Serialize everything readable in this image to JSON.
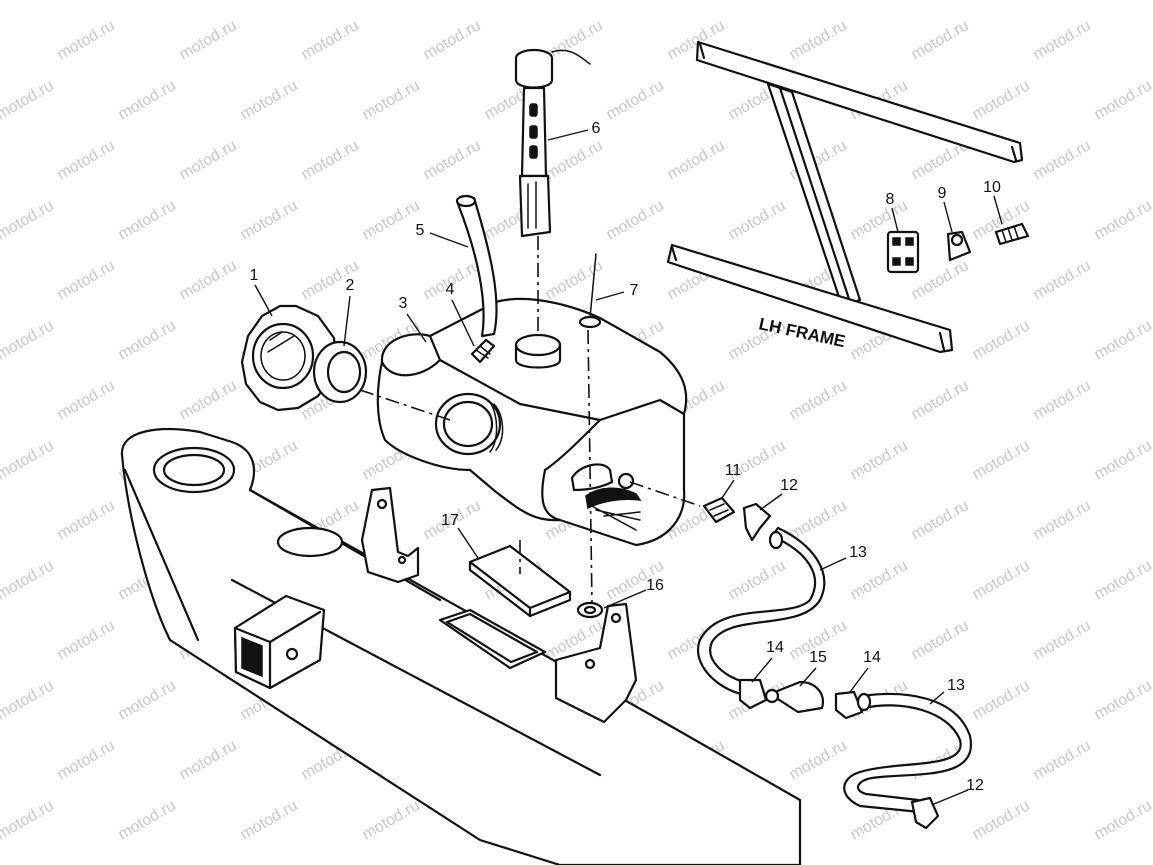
{
  "diagram": {
    "frame_label": "LH FRAME",
    "watermark_text": "motod.ru",
    "callouts": [
      {
        "id": "c1",
        "label": "1"
      },
      {
        "id": "c2",
        "label": "2"
      },
      {
        "id": "c3",
        "label": "3"
      },
      {
        "id": "c4",
        "label": "4"
      },
      {
        "id": "c5",
        "label": "5"
      },
      {
        "id": "c6",
        "label": "6"
      },
      {
        "id": "c7",
        "label": "7"
      },
      {
        "id": "c8",
        "label": "8"
      },
      {
        "id": "c9",
        "label": "9"
      },
      {
        "id": "c10",
        "label": "10"
      },
      {
        "id": "c11",
        "label": "11"
      },
      {
        "id": "c12a",
        "label": "12"
      },
      {
        "id": "c12b",
        "label": "12"
      },
      {
        "id": "c13a",
        "label": "13"
      },
      {
        "id": "c13b",
        "label": "13"
      },
      {
        "id": "c14a",
        "label": "14"
      },
      {
        "id": "c14b",
        "label": "14"
      },
      {
        "id": "c15",
        "label": "15"
      },
      {
        "id": "c16",
        "label": "16"
      },
      {
        "id": "c17",
        "label": "17"
      }
    ],
    "colors": {
      "ink": "#111111",
      "watermark": "#c8c8c8",
      "background": "#ffffff"
    }
  }
}
